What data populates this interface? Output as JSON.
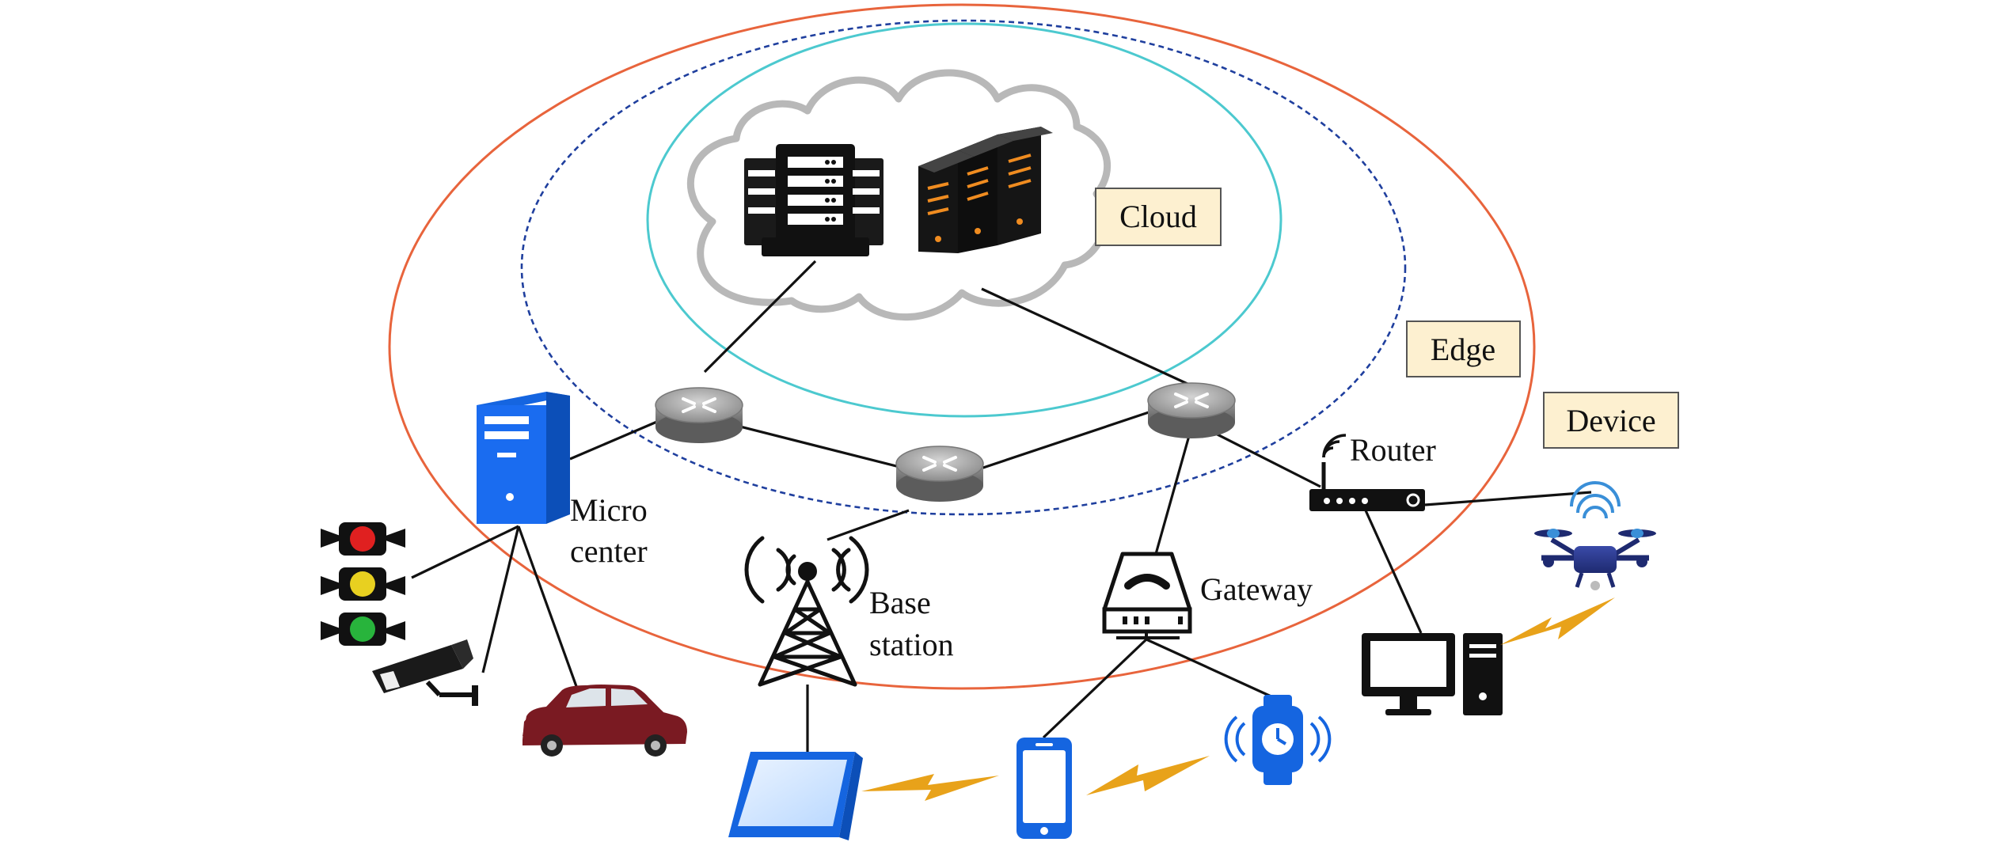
{
  "labels": {
    "cloud": "Cloud",
    "edge": "Edge",
    "device": "Device",
    "router": "Router",
    "micro_center_line1": "Micro",
    "micro_center_line2": "center",
    "base_station_line1": "Base",
    "base_station_line2": "station",
    "gateway": "Gateway"
  },
  "colors": {
    "device_ring": "#e8643c",
    "edge_ring": "#1f3f9e",
    "cloud_ring": "#4cc9cf",
    "label_fill": "#fdf0d0",
    "accent_blue": "#1565e0",
    "wireless_bolt": "#e8a21a",
    "car_red": "#7a1a22",
    "rack_orange": "#f08c20"
  },
  "icons": [
    "cloud-icon",
    "server-rack-icon",
    "blade-server-icon",
    "network-router-icon",
    "micro-server-icon",
    "traffic-light-icon",
    "cctv-camera-icon",
    "car-icon",
    "cell-tower-icon",
    "gateway-phone-icon",
    "wifi-router-icon",
    "drone-icon",
    "desktop-pc-icon",
    "tablet-icon",
    "smartphone-icon",
    "smartwatch-icon",
    "lightning-bolt-icon"
  ]
}
